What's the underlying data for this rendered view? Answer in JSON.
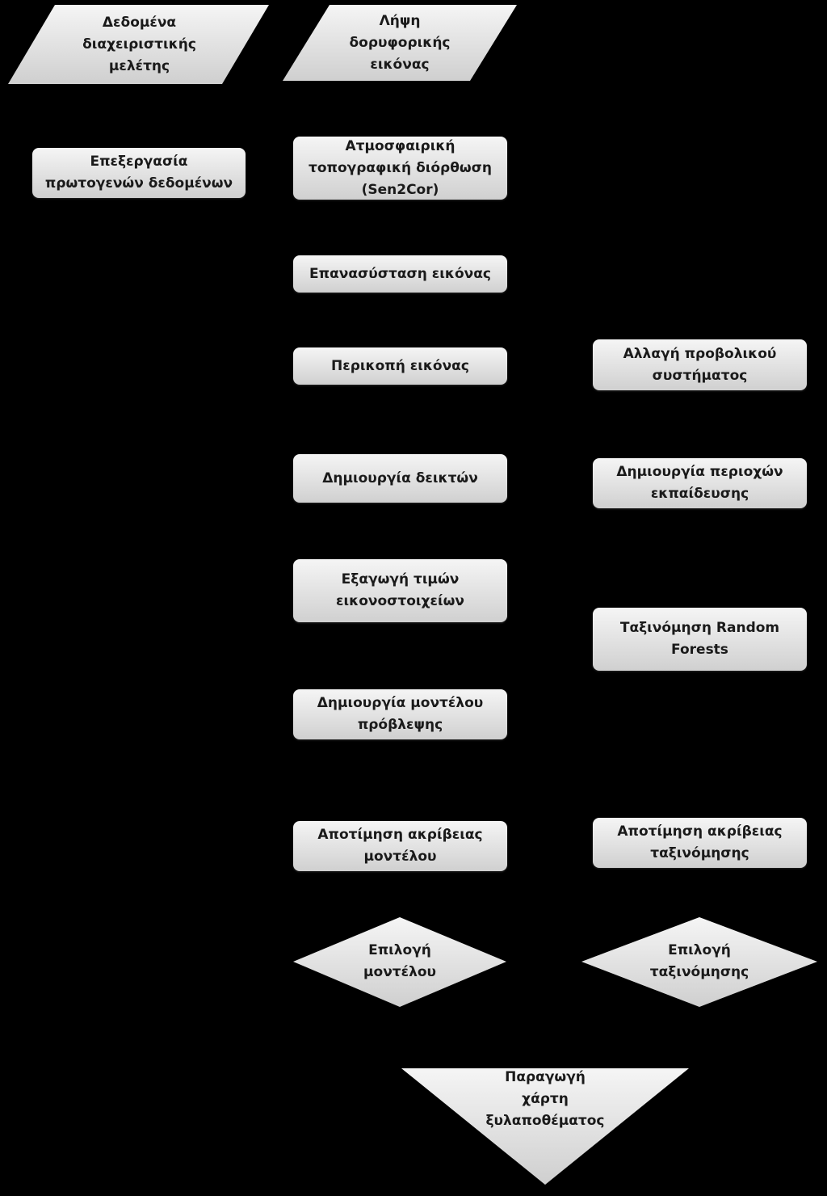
{
  "colors": {
    "background": "#000000",
    "node_top": "#f5f5f5",
    "node_bottom": "#d0d0d0",
    "text": "#1a1a1a"
  },
  "nodes": {
    "study_data": "Δεδομένα\nδιαχειριστικής\nμελέτης",
    "satellite_image": "Λήψη\nδορυφορικής\nεικόνας",
    "raw_processing": "Επεξεργασία\nπρωτογενών δεδομένων",
    "atmospheric_correction": "Ατμοσφαιρική\nτοπογραφική διόρθωση\n(Sen2Cor)",
    "resampling": "Επανασύσταση εικόνας",
    "clipping": "Περικοπή εικόνας",
    "projection_change": "Αλλαγή προβολικού\nσυστήματος",
    "index_creation": "Δημιουργία δεικτών",
    "training_areas": "Δημιουργία περιοχών\nεκπαίδευσης",
    "pixel_extraction": "Εξαγωγή τιμών\nεικονοστοιχείων",
    "rf_classification": "Ταξινόμηση Random\nForests",
    "model_creation": "Δημιουργία μοντέλου\nπρόβλεψης",
    "model_accuracy": "Αποτίμηση ακρίβειας\nμοντέλου",
    "classification_accuracy": "Αποτίμηση ακρίβειας\nταξινόμησης",
    "model_selection": "Επιλογή\nμοντέλου",
    "classification_selection": "Επιλογή\nταξινόμησης",
    "map_production": "Παραγωγή\nχάρτη\nξυλαποθέματος"
  }
}
